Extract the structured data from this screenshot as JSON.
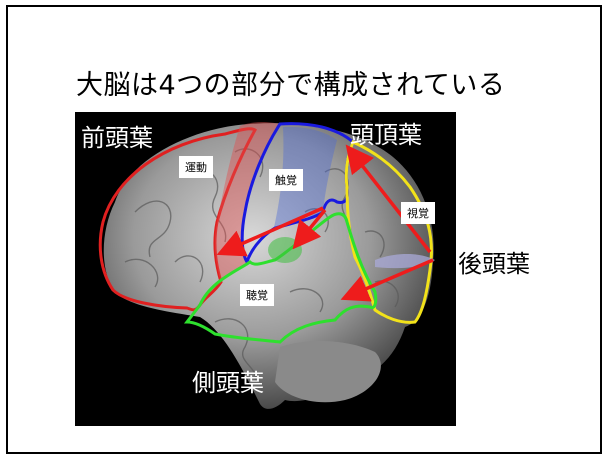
{
  "slide": {
    "title": "大脳は4つの部分で構成されている"
  },
  "lobes": {
    "frontal": "前頭葉",
    "parietal": "頭頂葉",
    "occipital": "後頭葉",
    "temporal": "側頭葉"
  },
  "areas": {
    "motor": "運動",
    "touch": "触覚",
    "vision": "視覚",
    "hearing": "聴覚"
  },
  "colors": {
    "frontal_outline": "#e02020",
    "parietal_outline": "#1a1adf",
    "occipital_outline": "#f2e21a",
    "temporal_outline": "#2ee02e",
    "arrows": "#ee1c1c"
  }
}
